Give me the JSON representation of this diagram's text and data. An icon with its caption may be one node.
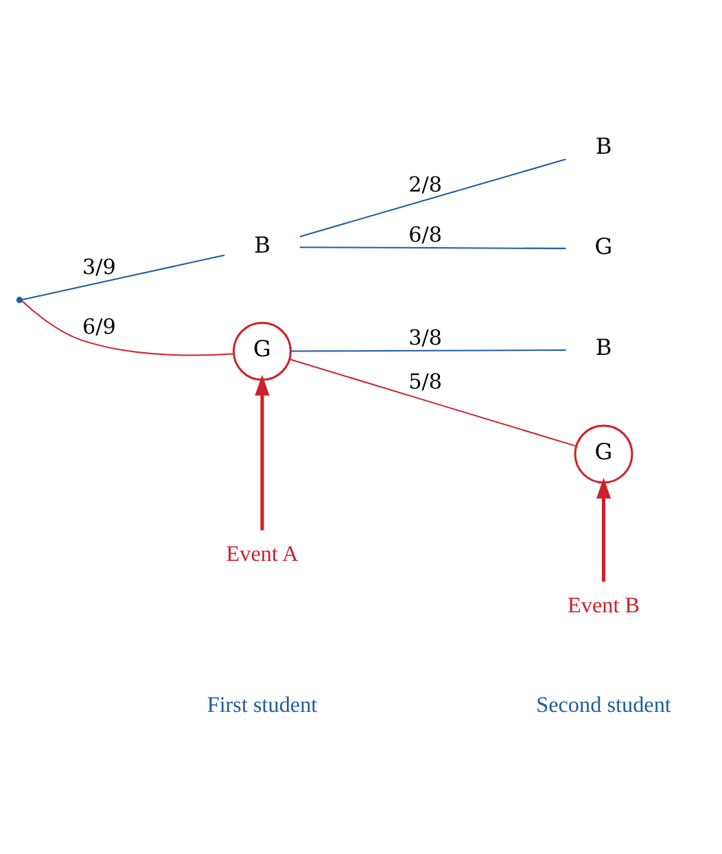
{
  "diagram": {
    "nodes": [
      {
        "text": [],
        "shape": "point"
      },
      {
        "text": [
          "B"
        ]
      },
      {
        "text": [
          "G"
        ]
      },
      {
        "text": [
          "B"
        ]
      },
      {
        "text": [
          "G"
        ]
      },
      {
        "text": [
          "B"
        ]
      },
      {
        "text": [
          "G"
        ]
      },
      {
        "text": [
          "Event A"
        ]
      },
      {
        "text": [
          "Event B"
        ]
      }
    ],
    "edges": [
      {
        "from": 0,
        "to": 1,
        "arrow": "none",
        "label": "3/9",
        "color": "#1f5c9e"
      },
      {
        "from": 0,
        "to": 2,
        "arrow": "none",
        "label": "6/9",
        "color": "#d0202a"
      },
      {
        "from": 1,
        "to": 3,
        "arrow": "none",
        "label": "2/8",
        "color": "#1f5c9e"
      },
      {
        "from": 1,
        "to": 4,
        "arrow": "none",
        "label": "6/8",
        "color": "#1f5c9e"
      },
      {
        "from": 2,
        "to": 5,
        "arrow": "none",
        "label": "3/8",
        "color": "#1f5c9e"
      },
      {
        "from": 2,
        "to": 6,
        "arrow": "none",
        "label": "5/8",
        "color": "#d0202a"
      },
      {
        "from": 7,
        "to": 2,
        "arrow": "to",
        "style": "thick",
        "color": "#d0202a"
      },
      {
        "from": 8,
        "to": 6,
        "arrow": "to",
        "style": "thick",
        "color": "#d0202a"
      }
    ],
    "labels": [
      "First student",
      "Second student"
    ]
  }
}
